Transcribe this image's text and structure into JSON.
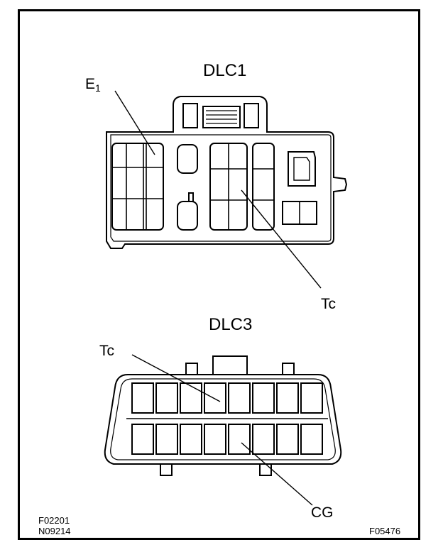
{
  "dlc1": {
    "title": "DLC1",
    "e1_label": "E",
    "e1_subscript": "1",
    "tc_label": "Tc"
  },
  "dlc3": {
    "title": "DLC3",
    "tc_label": "Tc",
    "cg_label": "CG"
  },
  "figure_codes": {
    "code_1": "F02201",
    "code_2": "N09214",
    "code_3": "F05476"
  }
}
